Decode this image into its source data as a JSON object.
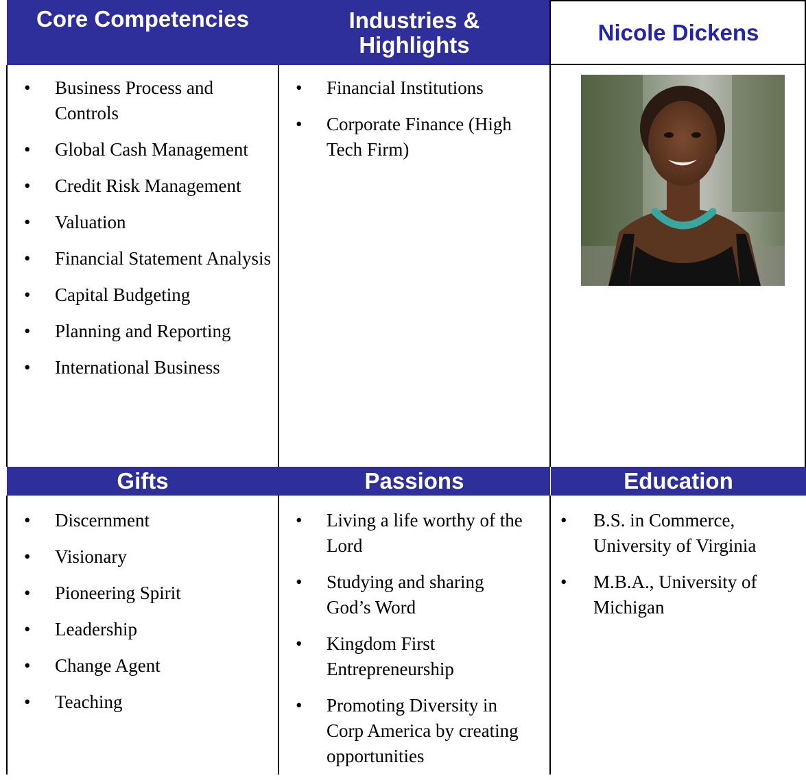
{
  "headers": {
    "core": "Core Competencies",
    "industries_line1": "Industries &",
    "industries_line2": "Highlights",
    "name": "Nicole Dickens",
    "gifts": "Gifts",
    "passions": "Passions",
    "education": "Education"
  },
  "core_competencies": [
    "Business Process and Controls",
    "Global Cash Management",
    "Credit Risk Management",
    "Valuation",
    "Financial Statement Analysis",
    "Capital Budgeting",
    "Planning and Reporting",
    "International Business"
  ],
  "industries": [
    "Financial Institutions",
    "Corporate Finance (High Tech Firm)"
  ],
  "gifts": [
    "Discernment",
    "Visionary",
    "Pioneering Spirit",
    "Leadership",
    "Change Agent",
    "Teaching"
  ],
  "passions": [
    "Living a life worthy of the Lord",
    "Studying and sharing God’s Word",
    "Kingdom First Entrepreneurship",
    "Promoting Diversity in Corp America by creating opportunities"
  ],
  "education": [
    "B.S. in Commerce, University of Virginia",
    "M.B.A., University of Michigan"
  ],
  "colors": {
    "header_bg": "#2f2f9b",
    "header_text": "#ffffff",
    "name_text": "#2424a8"
  },
  "bullet": "•"
}
